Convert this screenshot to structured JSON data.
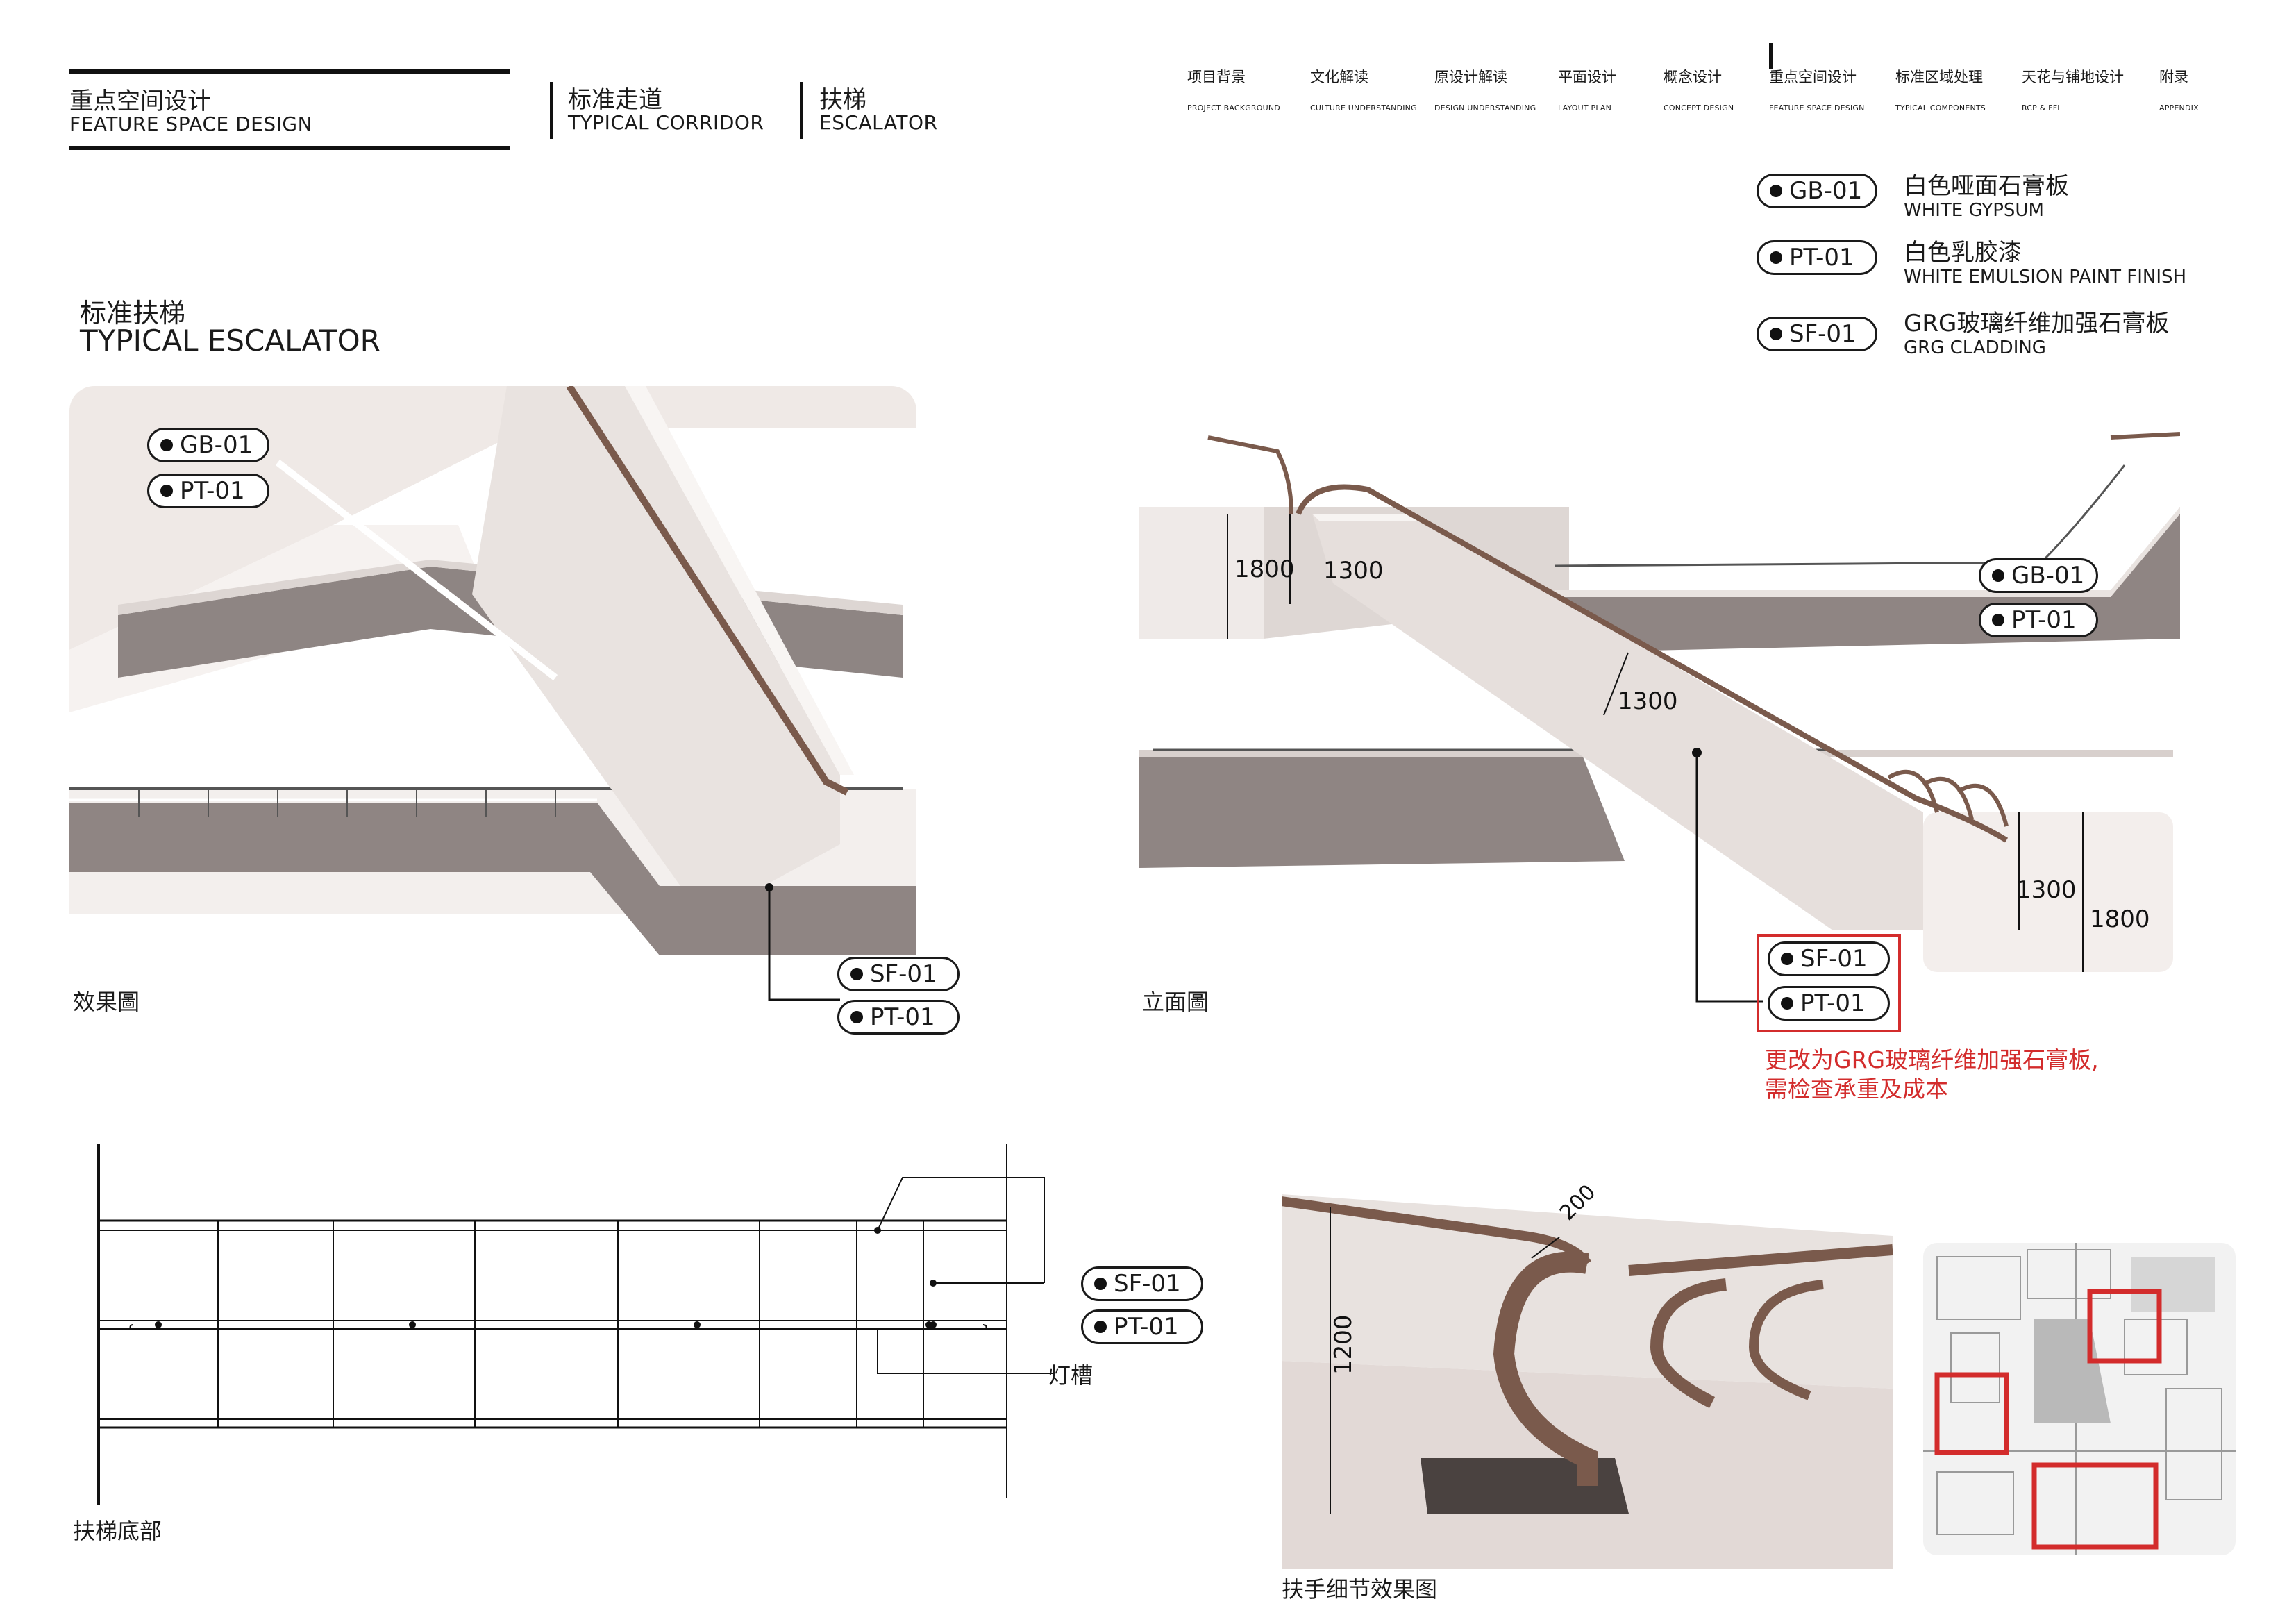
{
  "header": {
    "section_cn": "重点空间设计",
    "section_en": "FEATURE SPACE DESIGN",
    "sub1_cn": "标准走道",
    "sub1_en": "TYPICAL CORRIDOR",
    "sub2_cn": "扶梯",
    "sub2_en": "ESCALATOR"
  },
  "nav": [
    {
      "cn": "项目背景",
      "en": "PROJECT BACKGROUND"
    },
    {
      "cn": "文化解读",
      "en": "CULTURE UNDERSTANDING"
    },
    {
      "cn": "原设计解读",
      "en": "DESIGN UNDERSTANDING"
    },
    {
      "cn": "平面设计",
      "en": "LAYOUT PLAN"
    },
    {
      "cn": "概念设计",
      "en": "CONCEPT DESIGN"
    },
    {
      "cn": "重点空间设计",
      "en": "FEATURE SPACE DESIGN"
    },
    {
      "cn": "标准区域处理",
      "en": "TYPICAL COMPONENTS"
    },
    {
      "cn": "天花与铺地设计",
      "en": "RCP & FFL"
    },
    {
      "cn": "附录",
      "en": "APPENDIX"
    }
  ],
  "legend": [
    {
      "code": "GB-01",
      "cn": "白色哑面石膏板",
      "en": "WHITE GYPSUM"
    },
    {
      "code": "PT-01",
      "cn": "白色乳胶漆",
      "en": "WHITE EMULSION PAINT FINISH"
    },
    {
      "code": "SF-01",
      "cn": "GRG玻璃纤维加强石膏板",
      "en": "GRG CLADDING"
    }
  ],
  "title_cn": "标准扶梯",
  "title_en": "TYPICAL ESCALATOR",
  "render": {
    "caption": "效果圖",
    "tags": [
      "GB-01",
      "PT-01",
      "SF-01",
      "PT-01"
    ]
  },
  "elevation": {
    "caption": "立面圖",
    "tags": [
      "GB-01",
      "PT-01",
      "SF-01",
      "PT-01"
    ],
    "dims": [
      "1800",
      "1300",
      "1300",
      "1300",
      "1800"
    ],
    "note_line1": "更改为GRG玻璃纤维加强石膏板,",
    "note_line2": "需检查承重及成本"
  },
  "bottom": {
    "caption": "扶梯底部",
    "tags": [
      "SF-01",
      "PT-01"
    ],
    "slot_label": "灯槽"
  },
  "handrail": {
    "caption": "扶手细节效果图",
    "dim_height": "1200",
    "dim_width": "200"
  },
  "colors": {
    "accent_red": "#d32c2c",
    "handrail_brown": "#7a5a4c",
    "cladding": "#ece6e3",
    "balustrade_grey": "#8f8583"
  }
}
